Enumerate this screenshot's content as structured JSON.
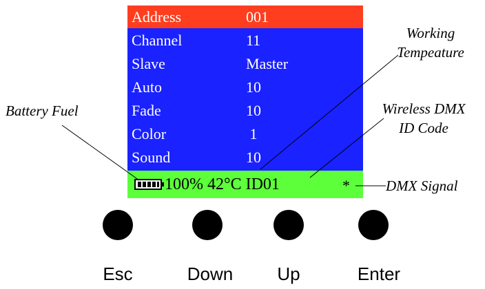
{
  "menu": [
    {
      "label": "Address",
      "value": "001",
      "selected": true
    },
    {
      "label": "Channel",
      "value": "11"
    },
    {
      "label": "Slave",
      "value": "Master"
    },
    {
      "label": "Auto",
      "value": "10"
    },
    {
      "label": "Fade",
      "value": "10"
    },
    {
      "label": "Color",
      "value": " 1"
    },
    {
      "label": "Sound",
      "value": "10"
    }
  ],
  "status": {
    "battery": "100%",
    "temperature": "42°C",
    "id": "ID01",
    "signal": "*"
  },
  "callouts": {
    "working_temp_1": "Working",
    "working_temp_2": "Tempeature",
    "wireless_1": "Wireless DMX",
    "wireless_2": "ID Code",
    "battery_fuel": "Battery Fuel",
    "dmx_signal": "DMX Signal"
  },
  "buttons": {
    "esc": "Esc",
    "down": "Down",
    "up": "Up",
    "enter": "Enter"
  },
  "colors": {
    "screen_bg": "#1a22ff",
    "selected_row": "#ff3e1f",
    "status_bar": "#5cff3a"
  }
}
